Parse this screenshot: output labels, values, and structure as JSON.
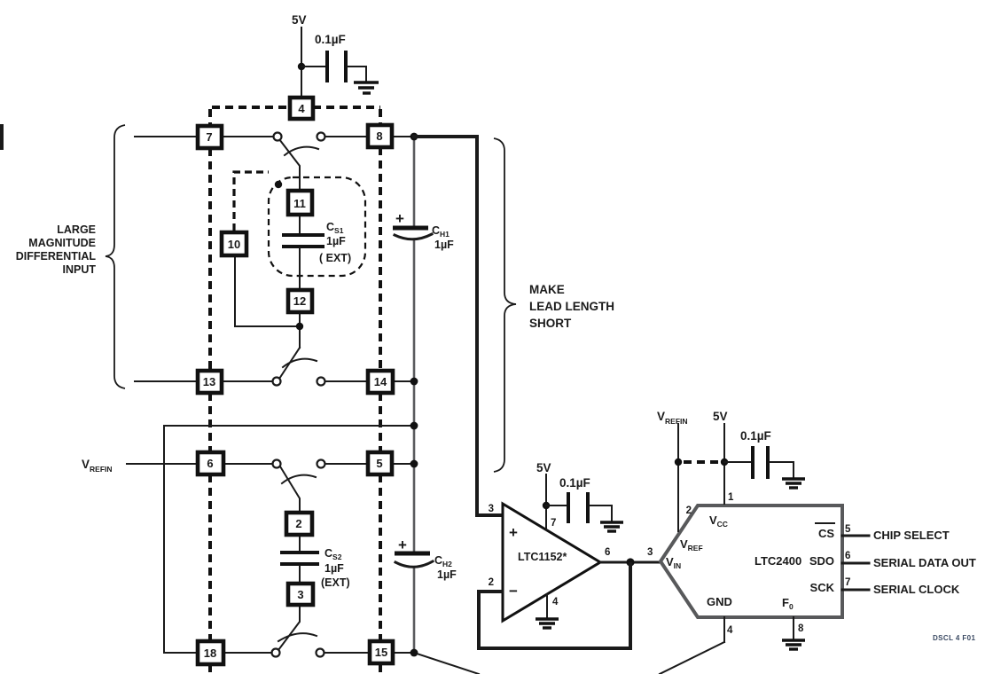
{
  "figure": {
    "ref": "DSCL 4 F01"
  },
  "top_supply": {
    "v": "5V",
    "cap": "0.1µF"
  },
  "input_brace": {
    "lines": [
      "LARGE",
      "MAGNITUDE",
      "DIFFERENTIAL",
      "INPUT"
    ]
  },
  "lead_brace": {
    "lines": [
      "MAKE",
      "LEAD LENGTH",
      "SHORT"
    ]
  },
  "vrefin_left": {
    "sym": "V",
    "sub": "REFIN"
  },
  "pins": {
    "p2": "2",
    "p3": "3",
    "p4": "4",
    "p5": "5",
    "p6": "6",
    "p7": "7",
    "p8": "8",
    "p10": "10",
    "p11": "11",
    "p12": "12",
    "p13": "13",
    "p14": "14",
    "p15": "15",
    "p18": "18"
  },
  "caps": {
    "cs1": {
      "sym": "C",
      "sub": "S1",
      "val": "1µF",
      "note": "( EXT)"
    },
    "cs2": {
      "sym": "C",
      "sub": "S2",
      "val": "1µF",
      "note": "(EXT)"
    },
    "ch1": {
      "plus": "+",
      "sym": "C",
      "sub": "H1",
      "val": "1µF"
    },
    "ch2": {
      "plus": "+",
      "sym": "C",
      "sub": "H2",
      "val": "1µF"
    }
  },
  "opamp": {
    "name": "LTC1152*",
    "supply": "5V",
    "cap": "0.1µF",
    "plus": "+",
    "minus": "−",
    "pin_noninv": "3",
    "pin_inv": "2",
    "pin_supply": "7",
    "pin_out": "6",
    "pin_gnd": "4"
  },
  "adc": {
    "name": "LTC2400",
    "vrefin": {
      "sym": "V",
      "sub": "REFIN"
    },
    "supply": "5V",
    "cap": "0.1µF",
    "vcc": {
      "sym": "V",
      "sub": "CC"
    },
    "vref": {
      "sym": "V",
      "sub": "REF"
    },
    "vin": {
      "sym": "V",
      "sub": "IN"
    },
    "gnd": "GND",
    "f0": {
      "sym": "F",
      "sub": "0"
    },
    "cs": "CS",
    "sdo": "SDO",
    "sck": "SCK",
    "pins": {
      "p1": "1",
      "p2": "2",
      "p3": "3",
      "p4": "4",
      "p5": "5",
      "p6": "6",
      "p7": "7",
      "p8": "8"
    },
    "out_cs": "CHIP SELECT",
    "out_sdo": "SERIAL DATA OUT",
    "out_sck": "SERIAL CLOCK"
  }
}
